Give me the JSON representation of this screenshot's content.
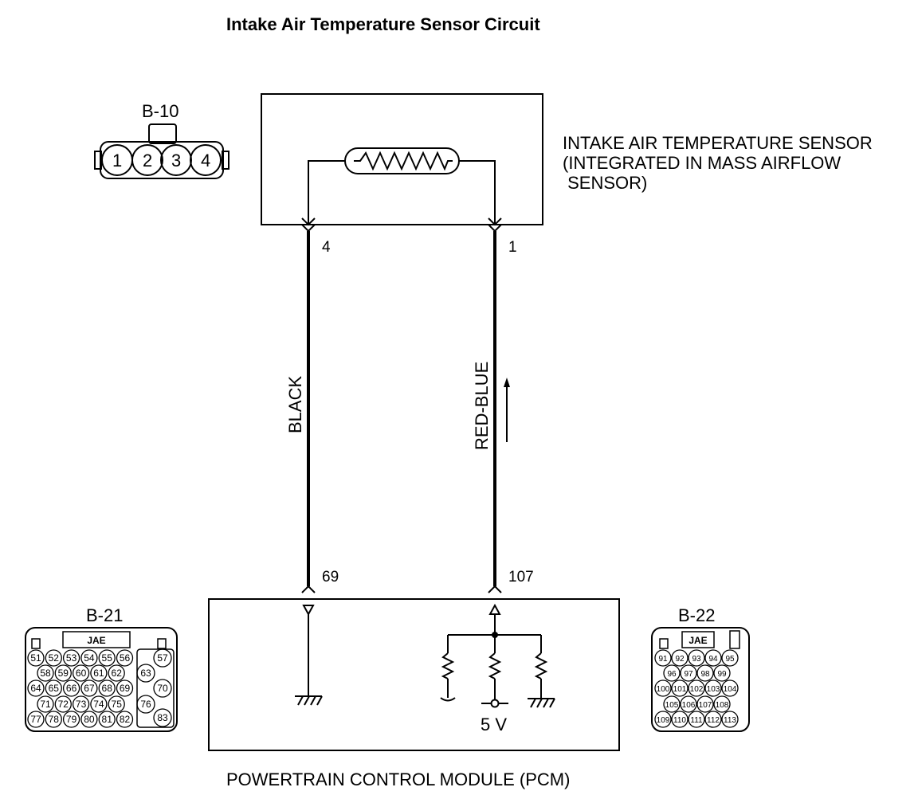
{
  "title": "Intake Air Temperature Sensor Circuit",
  "sensor": {
    "label_line1": "INTAKE AIR TEMPERATURE SENSOR",
    "label_line2": "(INTEGRATED IN MASS AIRFLOW",
    "label_line3": " SENSOR)",
    "connector_name": "B-10",
    "connector_pins": [
      "1",
      "2",
      "3",
      "4"
    ]
  },
  "wires": [
    {
      "sensor_pin": "4",
      "pcm_pin": "69",
      "color": "BLACK"
    },
    {
      "sensor_pin": "1",
      "pcm_pin": "107",
      "color": "RED-BLUE"
    }
  ],
  "pcm": {
    "label": "POWERTRAIN CONTROL MODULE (PCM)",
    "voltage": "5 V"
  },
  "connector_b21": {
    "name": "B-21",
    "tag": "JAE",
    "rows": [
      [
        "51",
        "52",
        "53",
        "54",
        "55",
        "56"
      ],
      [
        "58",
        "59",
        "60",
        "61",
        "62"
      ],
      [
        "64",
        "65",
        "66",
        "67",
        "68",
        "69"
      ],
      [
        "71",
        "72",
        "73",
        "74",
        "75"
      ],
      [
        "77",
        "78",
        "79",
        "80",
        "81",
        "82"
      ]
    ],
    "side_pins": [
      "57",
      "63",
      "70",
      "76",
      "83"
    ]
  },
  "connector_b22": {
    "name": "B-22",
    "tag": "JAE",
    "rows": [
      [
        "91",
        "92",
        "93",
        "94",
        "95"
      ],
      [
        "96",
        "97",
        "98",
        "99"
      ],
      [
        "100",
        "101",
        "102",
        "103",
        "104"
      ],
      [
        "105",
        "106",
        "107",
        "108"
      ],
      [
        "109",
        "110",
        "111",
        "112",
        "113"
      ]
    ]
  }
}
